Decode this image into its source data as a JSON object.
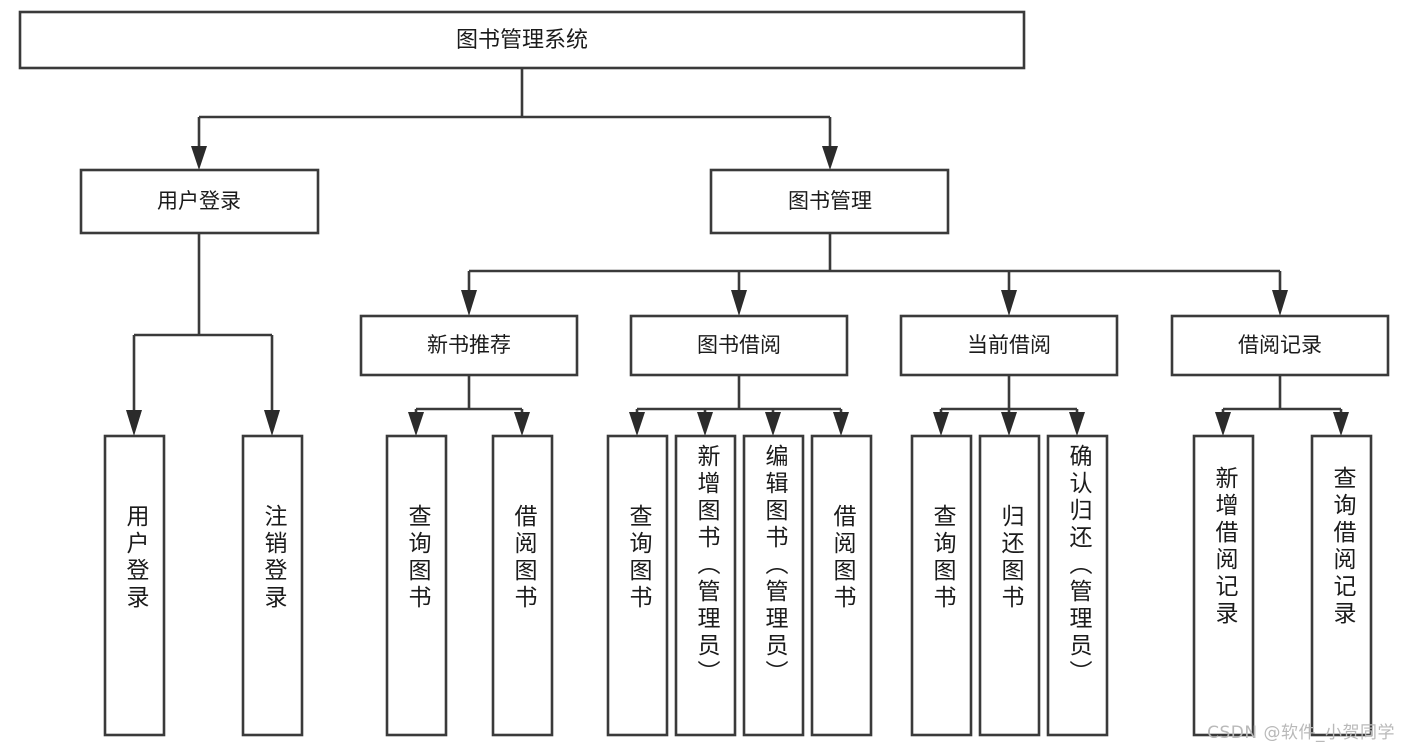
{
  "diagram": {
    "title": "图书管理系统",
    "type": "tree",
    "background_color": "#ffffff",
    "line_color": "#3a3a3a",
    "text_color": "#1b1b1b",
    "root": {
      "label": "图书管理系统"
    },
    "level2": [
      {
        "label": "用户登录"
      },
      {
        "label": "图书管理"
      }
    ],
    "level3": [
      {
        "label": "新书推荐"
      },
      {
        "label": "图书借阅"
      },
      {
        "label": "当前借阅"
      },
      {
        "label": "借阅记录"
      }
    ],
    "leaves": [
      {
        "label": "用户登录",
        "parent": "用户登录"
      },
      {
        "label": "注销登录",
        "parent": "用户登录"
      },
      {
        "label": "查询图书",
        "parent": "新书推荐"
      },
      {
        "label": "借阅图书",
        "parent": "新书推荐"
      },
      {
        "label": "查询图书",
        "parent": "图书借阅"
      },
      {
        "label": "新增图书（管理员）",
        "parent": "图书借阅"
      },
      {
        "label": "编辑图书（管理员）",
        "parent": "图书借阅"
      },
      {
        "label": "借阅图书",
        "parent": "图书借阅"
      },
      {
        "label": "查询图书",
        "parent": "当前借阅"
      },
      {
        "label": "归还图书",
        "parent": "当前借阅"
      },
      {
        "label": "确认归还（管理员）",
        "parent": "当前借阅"
      },
      {
        "label": "新增借阅记录",
        "parent": "借阅记录"
      },
      {
        "label": "查询借阅记录",
        "parent": "借阅记录"
      }
    ]
  },
  "watermark": {
    "text": "CSDN @软件_小贺同学"
  }
}
